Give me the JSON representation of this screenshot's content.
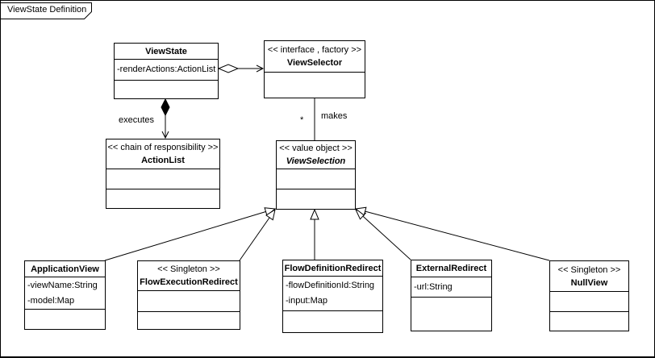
{
  "frame": {
    "title": "ViewState Definition"
  },
  "colors": {
    "line": "#000000",
    "background": "#ffffff",
    "box_fill": "#ffffff"
  },
  "classes": {
    "viewState": {
      "name": "ViewState",
      "attributes": [
        "-renderActions:ActionList"
      ]
    },
    "viewSelector": {
      "stereotype": "<< interface , factory >>",
      "name": "ViewSelector"
    },
    "actionList": {
      "stereotype": "<< chain of responsibility >>",
      "name": "ActionList"
    },
    "viewSelection": {
      "stereotype": "<< value object >>",
      "name": "ViewSelection",
      "abstract": true
    },
    "applicationView": {
      "name": "ApplicationView",
      "attributes": [
        "-viewName:String",
        "-model:Map"
      ]
    },
    "flowExecutionRedirect": {
      "stereotype": "<< Singleton >>",
      "name": "FlowExecutionRedirect"
    },
    "flowDefinitionRedirect": {
      "name": "FlowDefinitionRedirect",
      "attributes": [
        "-flowDefinitionId:String",
        "-input:Map"
      ]
    },
    "externalRedirect": {
      "name": "ExternalRedirect",
      "attributes": [
        "-url:String"
      ]
    },
    "nullView": {
      "stereotype": "<< Singleton >>",
      "name": "NullView"
    }
  },
  "relationships": {
    "aggregation": {
      "type": "aggregation",
      "from": "ViewState",
      "to": "ViewSelector"
    },
    "composition": {
      "type": "composition",
      "from": "ViewState",
      "to": "ActionList",
      "label": "executes"
    },
    "association": {
      "type": "association",
      "from": "ViewSelector",
      "to": "ViewSelection",
      "label": "makes",
      "multiplicity": "*"
    },
    "generalizations": {
      "parent": "ViewSelection",
      "children": [
        "ApplicationView",
        "FlowExecutionRedirect",
        "FlowDefinitionRedirect",
        "ExternalRedirect",
        "NullView"
      ]
    }
  }
}
